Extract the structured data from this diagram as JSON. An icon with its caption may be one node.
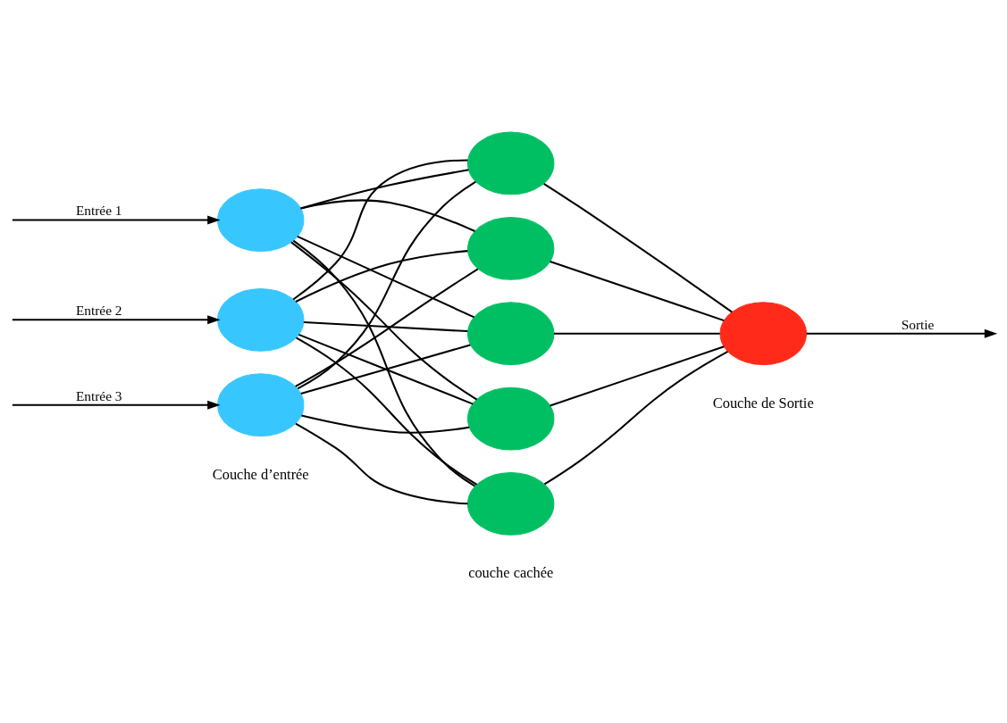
{
  "diagram": {
    "nodes": [
      {
        "text": [],
        "shape": "circle"
      },
      {
        "text": [],
        "shape": "circle"
      },
      {
        "text": [],
        "shape": "circle"
      },
      {
        "text": [],
        "shape": "circle"
      },
      {
        "text": [],
        "shape": "circle"
      },
      {
        "text": [],
        "shape": "circle"
      },
      {
        "text": [],
        "shape": "circle"
      },
      {
        "text": [],
        "shape": "circle"
      },
      {
        "text": [],
        "shape": "circle"
      }
    ],
    "edges": [
      {
        "from": null,
        "to": 0,
        "arrow": "to",
        "label": "Entrée 1"
      },
      {
        "from": null,
        "to": 1,
        "arrow": "to",
        "label": "Entrée 2"
      },
      {
        "from": null,
        "to": 2,
        "arrow": "to",
        "label": "Entrée 3"
      },
      {
        "from": 0,
        "to": 3,
        "arrow": "none"
      },
      {
        "from": 0,
        "to": 4,
        "arrow": "none"
      },
      {
        "from": 0,
        "to": 5,
        "arrow": "none"
      },
      {
        "from": 0,
        "to": 6,
        "arrow": "none"
      },
      {
        "from": 0,
        "to": 7,
        "arrow": "none"
      },
      {
        "from": 1,
        "to": 3,
        "arrow": "none"
      },
      {
        "from": 1,
        "to": 4,
        "arrow": "none"
      },
      {
        "from": 1,
        "to": 5,
        "arrow": "none"
      },
      {
        "from": 1,
        "to": 6,
        "arrow": "none"
      },
      {
        "from": 1,
        "to": 7,
        "arrow": "none"
      },
      {
        "from": 2,
        "to": 3,
        "arrow": "none"
      },
      {
        "from": 2,
        "to": 4,
        "arrow": "none"
      },
      {
        "from": 2,
        "to": 5,
        "arrow": "none"
      },
      {
        "from": 2,
        "to": 6,
        "arrow": "none"
      },
      {
        "from": 2,
        "to": 7,
        "arrow": "none"
      },
      {
        "from": 3,
        "to": 8,
        "arrow": "none"
      },
      {
        "from": 4,
        "to": 8,
        "arrow": "none"
      },
      {
        "from": 5,
        "to": 8,
        "arrow": "none"
      },
      {
        "from": 6,
        "to": 8,
        "arrow": "none"
      },
      {
        "from": 7,
        "to": 8,
        "arrow": "none"
      },
      {
        "from": 8,
        "to": null,
        "arrow": "to",
        "label": "Sortie"
      }
    ],
    "labels": [
      "Couche d’entrée",
      "couche cachée",
      "Couche de Sortie"
    ]
  }
}
